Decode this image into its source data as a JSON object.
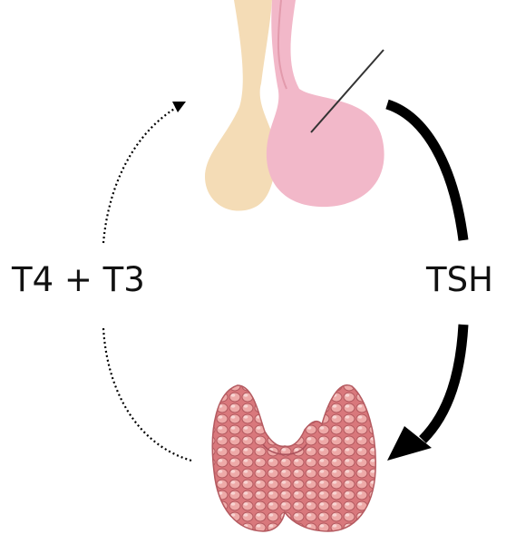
{
  "diagram": {
    "hormone_left": "T4 + T3",
    "hormone_right": "TSH",
    "organs": {
      "top": "pituitary-gland",
      "bottom": "thyroid-gland"
    },
    "colors": {
      "stalk": "#f4dcb6",
      "pituitary_lobe": "#f2b8c9",
      "thyroid": "#d9787c",
      "thyroid_highlight": "#f3c3c1",
      "arrow": "#000000"
    }
  }
}
